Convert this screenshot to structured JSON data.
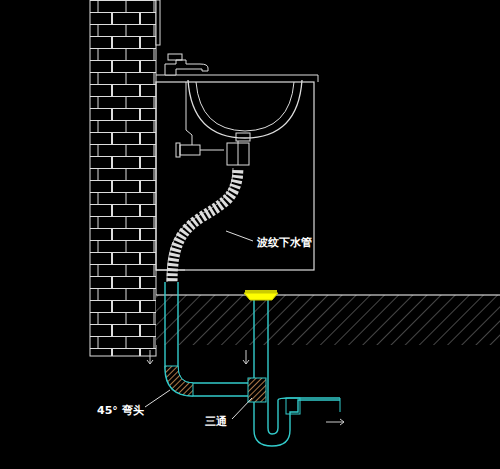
{
  "diagram": {
    "labels": [
      "波纹下水管",
      "45° 弯头",
      "三通"
    ]
  }
}
